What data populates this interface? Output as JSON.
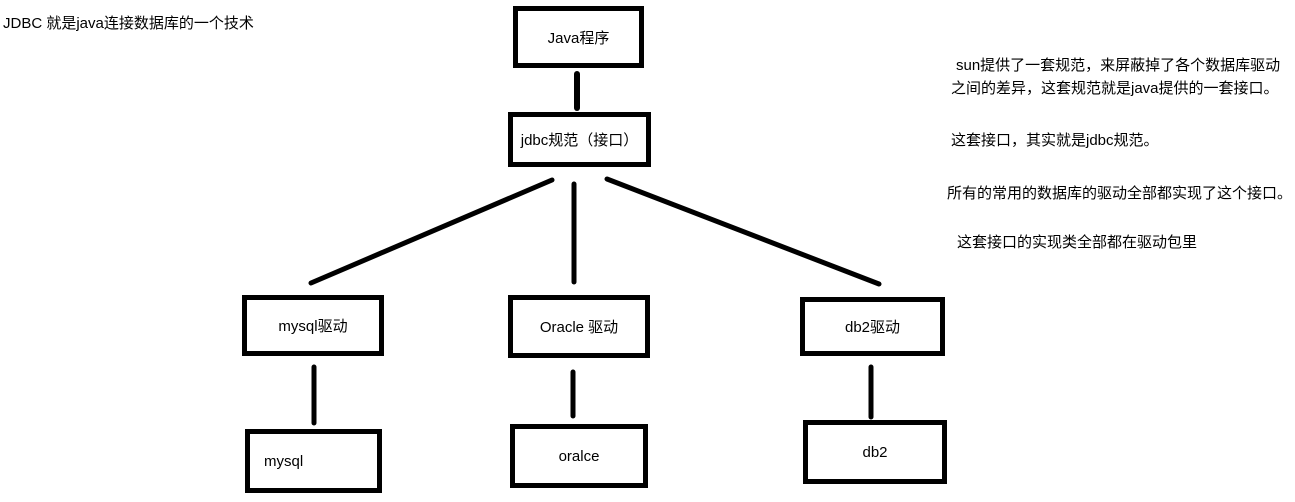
{
  "colors": {
    "ink": "#000000",
    "bg": "#ffffff"
  },
  "notes": {
    "left": "JDBC 就是java连接数据库的一个技术",
    "right1": "sun提供了一套规范，来屏蔽掉了各个数据库驱动",
    "right2": "之间的差异，这套规范就是java提供的一套接口。",
    "right3": "这套接口，其实就是jdbc规范。",
    "right4": "所有的常用的数据库的驱动全部都实现了这个接口。",
    "right5": "这套接口的实现类全部都在驱动包里"
  },
  "nodes": {
    "java_app": "Java程序",
    "jdbc_spec": "jdbc规范（接口）",
    "mysql_driver": "mysql驱动",
    "oracle_driver": "Oracle 驱动",
    "db2_driver": "db2驱动",
    "mysql_db": "mysql",
    "oracle_db": "oralce",
    "db2_db": "db2"
  }
}
